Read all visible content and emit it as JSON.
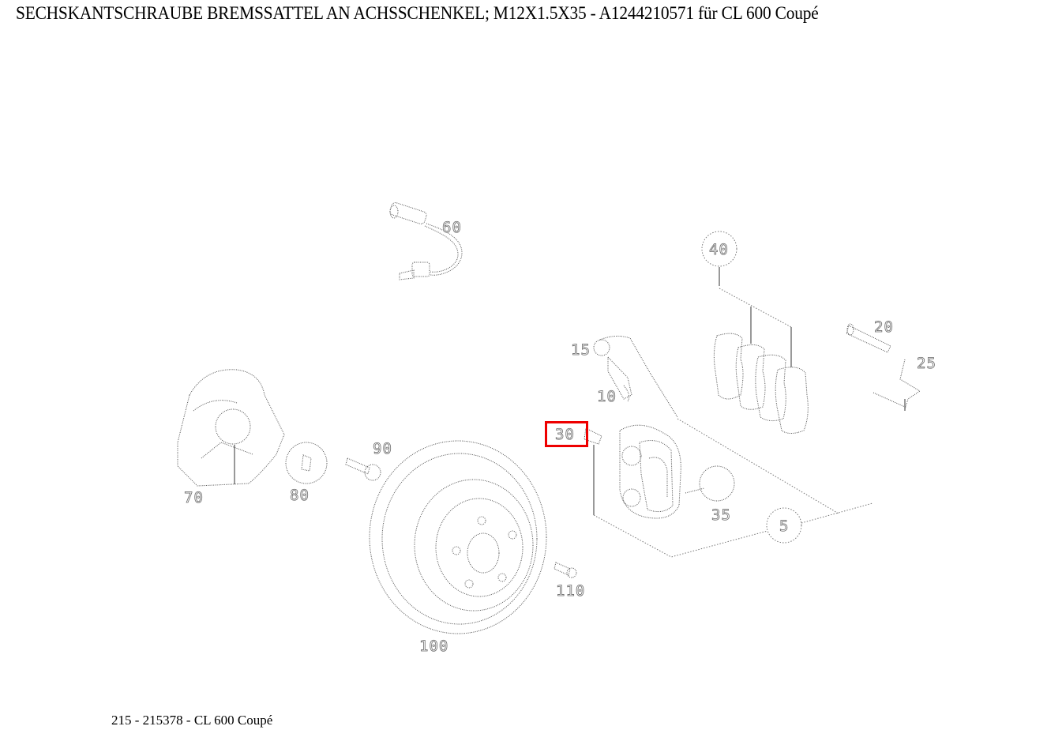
{
  "header": {
    "title": "SECHSKANTSCHRAUBE BREMSSATTEL AN ACHSSCHENKEL; M12X1.5X35 - A1244210571 für CL 600 Coupé"
  },
  "diagram": {
    "highlight_color": "#ee0000",
    "highlighted_part": "30",
    "callouts": [
      {
        "id": "60",
        "label": "60"
      },
      {
        "id": "40",
        "label": "40"
      },
      {
        "id": "20",
        "label": "20"
      },
      {
        "id": "25",
        "label": "25"
      },
      {
        "id": "15",
        "label": "15"
      },
      {
        "id": "10",
        "label": "10"
      },
      {
        "id": "30",
        "label": "30"
      },
      {
        "id": "90",
        "label": "90"
      },
      {
        "id": "70",
        "label": "70"
      },
      {
        "id": "80",
        "label": "80"
      },
      {
        "id": "35",
        "label": "35"
      },
      {
        "id": "5",
        "label": "5"
      },
      {
        "id": "110",
        "label": "110"
      },
      {
        "id": "100",
        "label": "100"
      }
    ]
  },
  "footer": {
    "text": "215 - 215378 - CL 600 Coupé"
  }
}
